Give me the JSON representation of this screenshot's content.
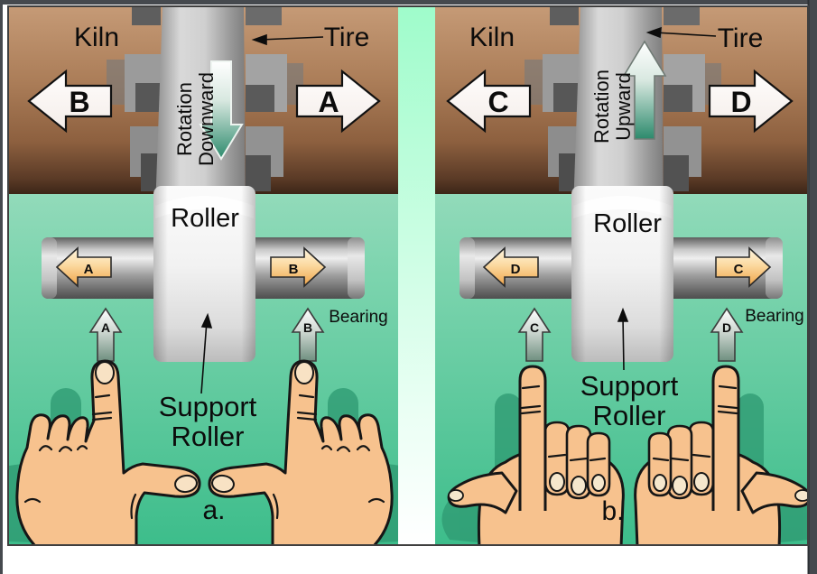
{
  "figure": {
    "panel_a": {
      "kiln": "Kiln",
      "tire": "Tire",
      "rotation_line1": "Rotation",
      "rotation_line2": "Downward",
      "big_left_letter": "B",
      "big_right_letter": "A",
      "roller": "Roller",
      "shaft_left_letter": "A",
      "shaft_right_letter": "B",
      "up_left_letter": "A",
      "up_right_letter": "B",
      "bearing": "Bearing",
      "support_line1": "Support",
      "support_line2": "Roller",
      "caption": "a."
    },
    "panel_b": {
      "kiln": "Kiln",
      "tire": "Tire",
      "rotation_line1": "Rotation",
      "rotation_line2": "Upward",
      "big_left_letter": "C",
      "big_right_letter": "D",
      "roller": "Roller",
      "shaft_left_letter": "D",
      "shaft_right_letter": "C",
      "up_left_letter": "C",
      "up_right_letter": "D",
      "bearing": "Bearing",
      "support_line1": "Support",
      "support_line2": "Roller",
      "caption": "b."
    },
    "colors": {
      "kiln_brown": "#a87c58",
      "background_green": "#3ebc8b",
      "gutter_mint": "#9ffccb",
      "rotation_arrow_green": "#2c8a6c",
      "thrust_arrow_orange": "#f2a94f",
      "hand_skin": "#f7c28e",
      "frame_gray": "#45494e"
    }
  }
}
